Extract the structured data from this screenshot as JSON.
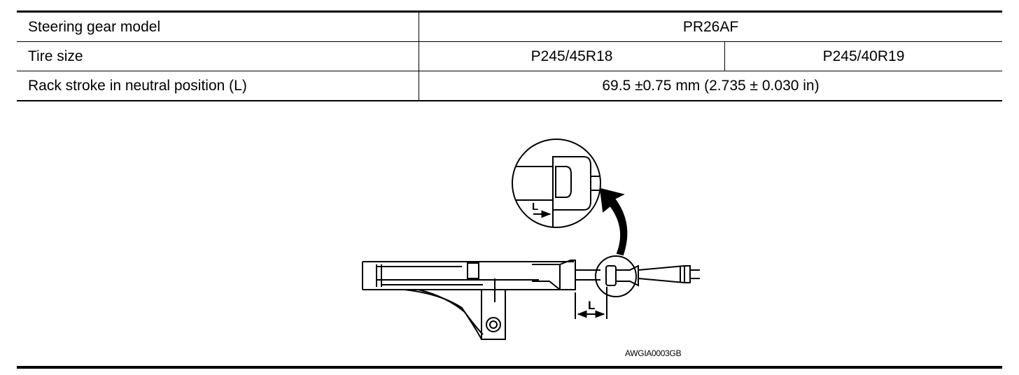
{
  "table": {
    "rows": [
      {
        "label": "Steering gear model",
        "value": "PR26AF"
      },
      {
        "label": "Tire size",
        "value_a": "P245/45R18",
        "value_b": "P245/40R19"
      },
      {
        "label": "Rack stroke in neutral position (L)",
        "value": "69.5 ±0.75 mm (2.735 ± 0.030 in)"
      }
    ]
  },
  "figure": {
    "dimension_label_detail": "L",
    "dimension_label_main": "L",
    "code": "AWGIA0003GB"
  }
}
